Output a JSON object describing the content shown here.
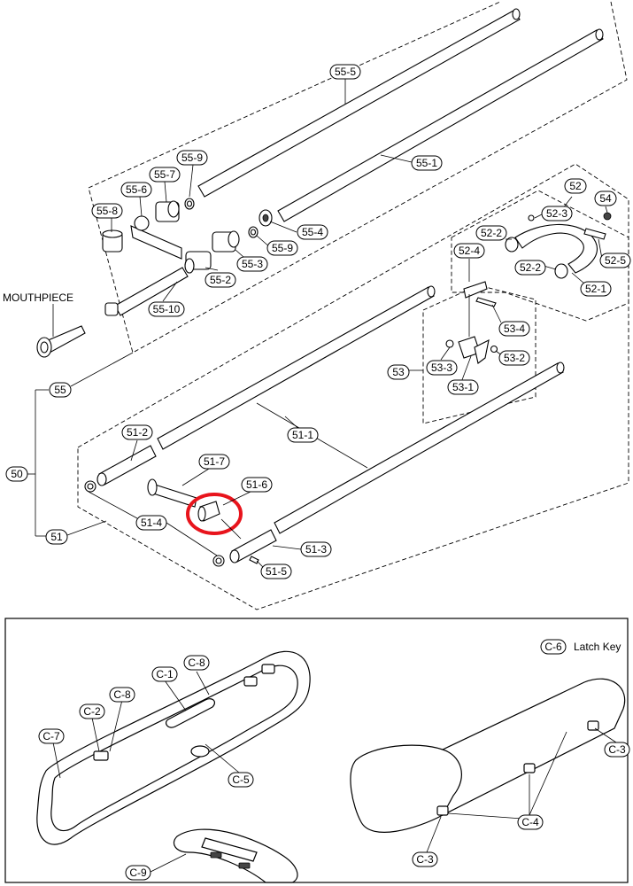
{
  "labels": {
    "mouthpiece": "MOUTHPIECE",
    "latch_key": "Latch Key",
    "p50": "50",
    "p51": "51",
    "p51_1": "51-1",
    "p51_2": "51-2",
    "p51_3": "51-3",
    "p51_4": "51-4",
    "p51_5": "51-5",
    "p51_6": "51-6",
    "p51_7": "51-7",
    "p52": "52",
    "p52_1": "52-1",
    "p52_2a": "52-2",
    "p52_2b": "52-2",
    "p52_3": "52-3",
    "p52_4": "52-4",
    "p52_5": "52-5",
    "p53": "53",
    "p53_1": "53-1",
    "p53_2": "53-2",
    "p53_3": "53-3",
    "p53_4": "53-4",
    "p54": "54",
    "p55": "55",
    "p55_1": "55-1",
    "p55_2": "55-2",
    "p55_3": "55-3",
    "p55_4": "55-4",
    "p55_5": "55-5",
    "p55_6": "55-6",
    "p55_7": "55-7",
    "p55_8": "55-8",
    "p55_9a": "55-9",
    "p55_9b": "55-9",
    "p55_10": "55-10",
    "c1": "C-1",
    "c2": "C-2",
    "c3a": "C-3",
    "c3b": "C-3",
    "c4": "C-4",
    "c5": "C-5",
    "c6": "C-6",
    "c7": "C-7",
    "c8a": "C-8",
    "c8b": "C-8",
    "c9": "C-9"
  },
  "colors": {
    "highlight": "#e8141c",
    "line": "#000000",
    "background": "#ffffff"
  }
}
